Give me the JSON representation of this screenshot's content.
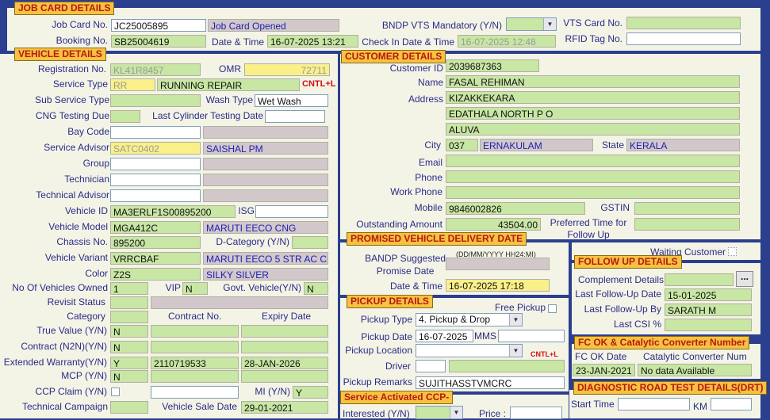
{
  "jobcard": {
    "title": "JOB CARD DETAILS",
    "job_card_no_label": "Job Card No.",
    "job_card_no": "JC25005895",
    "status": "Job Card Opened",
    "booking_no_label": "Booking No.",
    "booking_no": "SB25004619",
    "date_time_label": "Date & Time",
    "date_time": "16-07-2025 13:21",
    "checkin_label": "Check In Date & Time",
    "checkin": "16-07-2025 12:48",
    "bndp_label": "BNDP VTS Mandatory (Y/N)",
    "vts_card_label": "VTS Card No.",
    "rfid_label": "RFID Tag No."
  },
  "vehicle": {
    "title": "VEHICLE DETAILS",
    "reg_label": "Registration No.",
    "reg": "KL41R8457",
    "omr_label": "OMR",
    "omr": "72711",
    "service_type_label": "Service Type",
    "service_code": "RR",
    "service_name": "RUNNING REPAIR",
    "cntl_l": "CNTL+L",
    "sub_service_label": "Sub Service Type",
    "wash_type_label": "Wash Type",
    "wash_type": "Wet Wash",
    "cng_label": "CNG Testing Due",
    "last_cyl_label": "Last Cylinder Testing Date",
    "bay_label": "Bay Code",
    "advisor_label": "Service Advisor",
    "advisor_code": "SATC0402",
    "advisor_name": "SAISHAL PM",
    "group_label": "Group",
    "tech_label": "Technician",
    "tech_adv_label": "Technical Advisor",
    "vin_label": "Vehicle ID",
    "vin": "MA3ERLF1S00895200",
    "isg_label": "ISG",
    "model_label": "Vehicle Model",
    "model_code": "MGA412C",
    "model_name": "MARUTI EECO CNG",
    "chassis_label": "Chassis No.",
    "chassis": "895200",
    "dcat_label": "D-Category (Y/N)",
    "variant_label": "Vehicle Variant",
    "variant_code": "VRRCBAF",
    "variant_name": "MARUTI EECO 5 STR AC CNG",
    "color_label": "Color",
    "color_code": "Z2S",
    "color_name": "SILKY SILVER",
    "owned_label": "No Of Vehicles Owned",
    "owned": "1",
    "vip_label": "VIP",
    "vip": "N",
    "govt_label": "Govt. Vehicle(Y/N)",
    "govt": "N",
    "revisit_label": "Revisit Status",
    "category_label": "Category",
    "contract_no_label": "Contract No.",
    "expiry_label": "Expiry Date",
    "true_value_label": "True Value (Y/N)",
    "true_value": "N",
    "contract_label": "Contract (N2N)(Y/N)",
    "contract": "N",
    "ext_warranty_label": "Extended Warranty(Y/N)",
    "ext_warranty": "Y",
    "ext_warranty_no": "2110719533",
    "ext_warranty_exp": "28-JAN-2026",
    "mcp_label": "MCP (Y/N)",
    "mcp": "N",
    "ccp_label": "CCP Claim (Y/N)",
    "mi_label": "MI (Y/N)",
    "mi": "Y",
    "campaign_label": "Technical Campaign",
    "sale_date_label": "Vehicle Sale Date",
    "sale_date": "29-01-2021"
  },
  "customer": {
    "title": "CUSTOMER DETAILS",
    "id_label": "Customer ID",
    "id": "2039687363",
    "name_label": "Name",
    "name": "FASAL REHIMAN",
    "address_label": "Address",
    "address1": "KIZAKKEKARA",
    "address2": "EDATHALA  NORTH P O",
    "address3": "ALUVA",
    "city_label": "City",
    "city_code": "037",
    "city_name": "ERNAKULAM",
    "state_label": "State",
    "state": "KERALA",
    "email_label": "Email",
    "phone_label": "Phone",
    "work_phone_label": "Work Phone",
    "mobile_label": "Mobile",
    "mobile": "9846002826",
    "gstin_label": "GSTIN",
    "outstanding_label": "Outstanding Amount",
    "outstanding": "43504.00",
    "pref_time_label1": "Preferred Time for",
    "pref_time_label2": "Follow Up"
  },
  "promised": {
    "title": "PROMISED VEHICLE DELIVERY DATE",
    "format_hint": "(DD/MM/YYYY HH24:MI)",
    "bandp_label1": "BANDP Suggested",
    "bandp_label2": "Promise Date",
    "date_time_label": "Date & Time",
    "date_time": "16-07-2025 17:18"
  },
  "waiting": {
    "label": "Waiting Customer"
  },
  "followup": {
    "title": "FOLLOW UP  DETAILS",
    "complement_label": "Complement Details",
    "ellipsis": "...",
    "last_date_label": "Last Follow-Up Date",
    "last_date": "15-01-2025",
    "last_by_label": "Last Follow-Up By",
    "last_by": "SARATH M",
    "csi_label": "Last CSI %"
  },
  "pickup": {
    "title": "PICKUP DETAILS",
    "free_label": "Free Pickup",
    "type_label": "Pickup Type",
    "type": "4. Pickup & Drop",
    "date_label": "Pickup Date",
    "date": "16-07-2025",
    "mms_label": "MMS",
    "location_label": "Pickup Location",
    "cntl_l": "CNTL+L",
    "driver_label": "Driver",
    "remarks_label": "Pickup Remarks",
    "remarks": "SUJITHASSTVMCRC"
  },
  "ccp": {
    "title": "Service Activated CCP-",
    "interested_label": "Interested (Y/N)",
    "price_label": "Price :"
  },
  "fcok": {
    "title": "FC OK & Catalytic Converter Number",
    "fc_date_label": "FC OK Date",
    "fc_date": "23-JAN-2021",
    "cat_label": "Catalytic Converter Num",
    "cat": "No data Available"
  },
  "drt": {
    "title": "DIAGNOSTIC ROAD TEST DETAILS(DRT)",
    "start_label": "Start Time",
    "km_label": "KM"
  }
}
